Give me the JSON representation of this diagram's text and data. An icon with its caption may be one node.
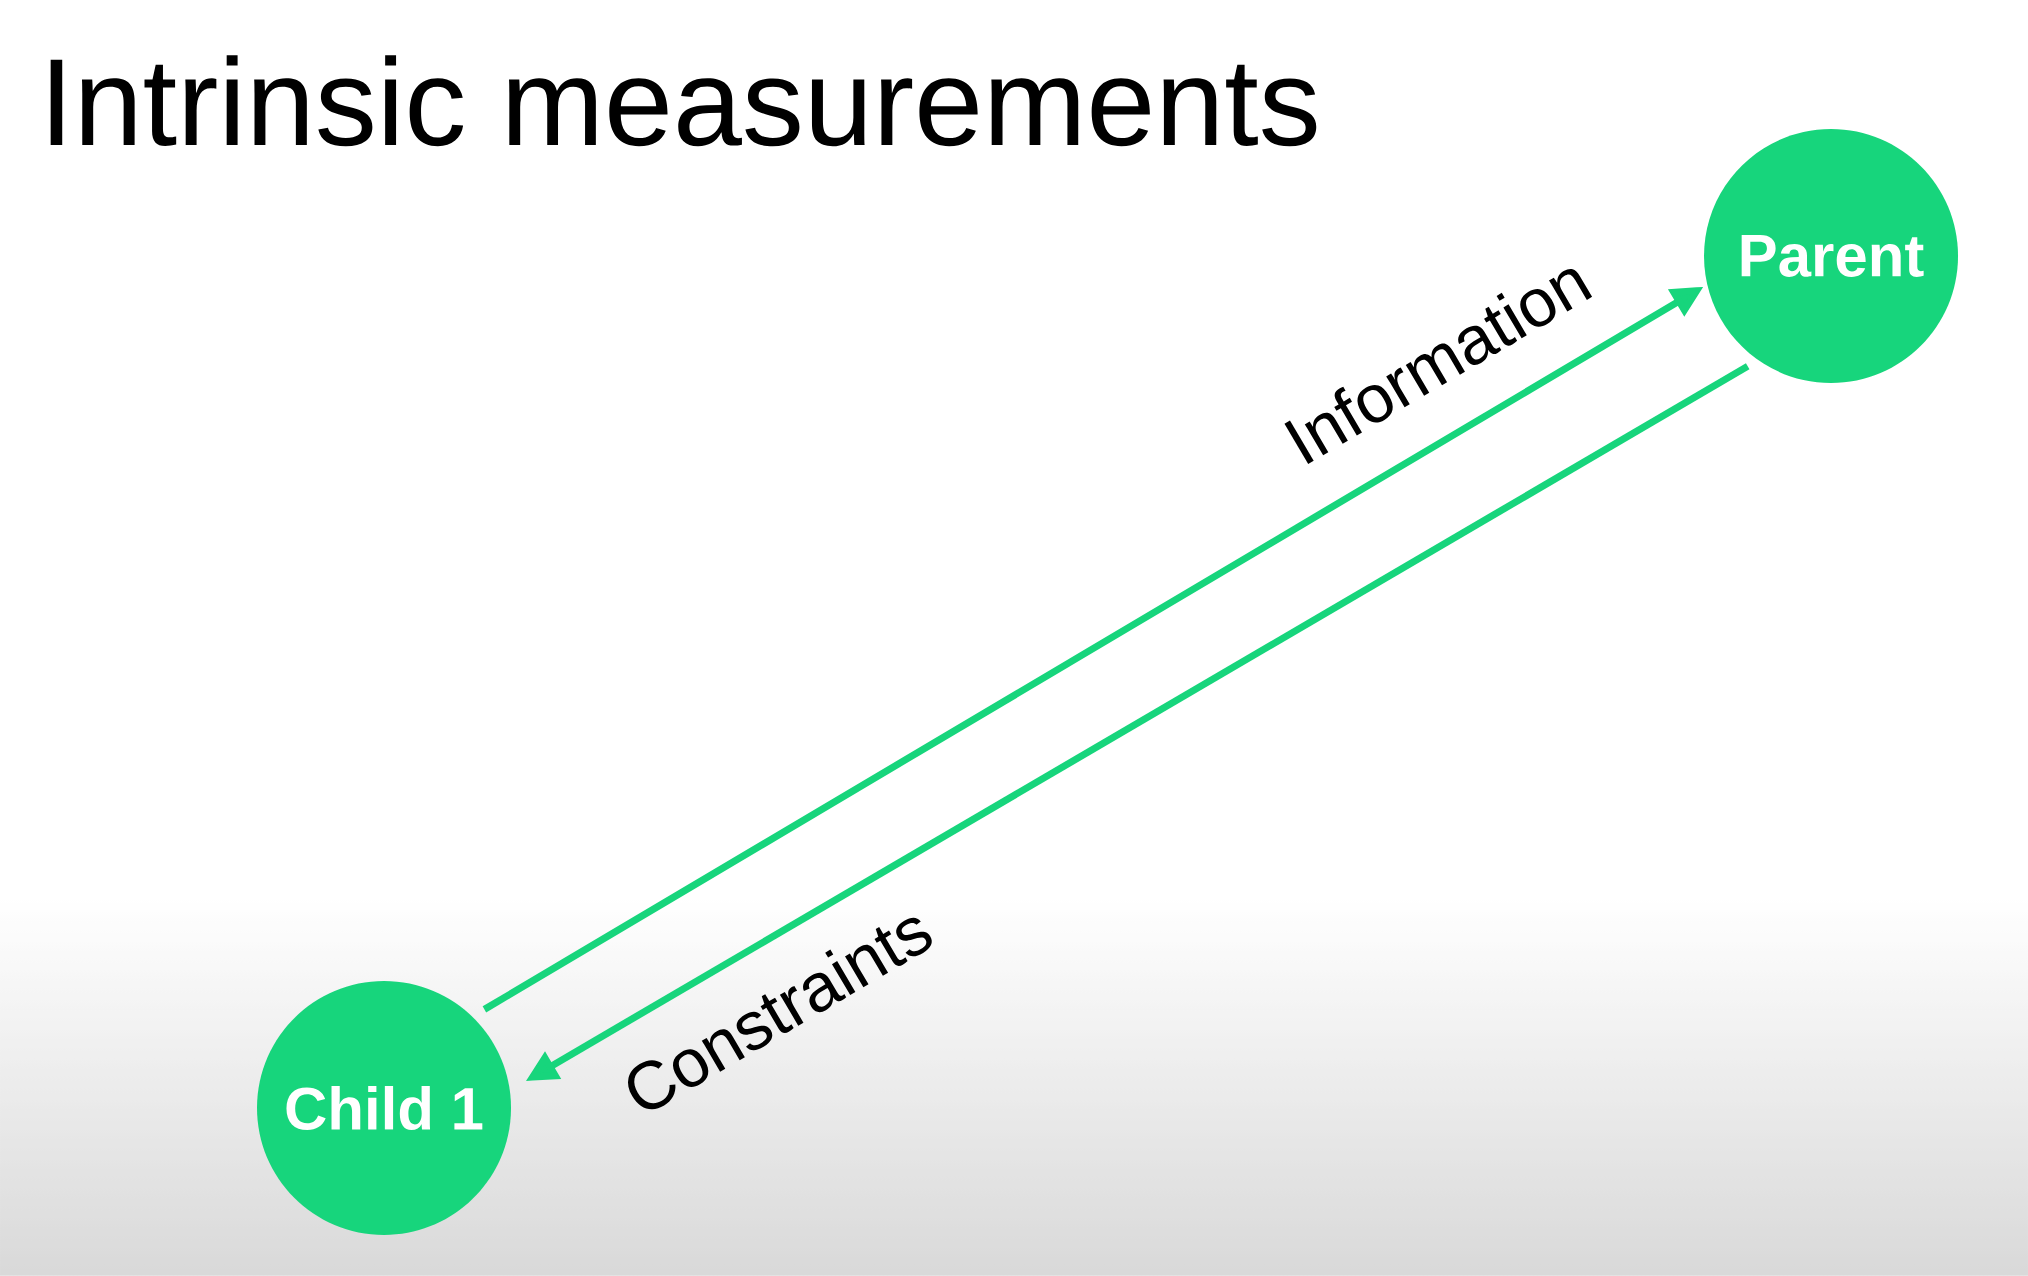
{
  "diagram": {
    "title": "Intrinsic measurements",
    "nodes": [
      {
        "text": [
          "Parent"
        ]
      },
      {
        "text": [
          "Child 1"
        ]
      }
    ],
    "edges": [
      {
        "from": 1,
        "to": 0,
        "arrow": "to",
        "label": "Information"
      },
      {
        "from": 0,
        "to": 1,
        "arrow": "to",
        "label": "Constraints"
      }
    ]
  }
}
